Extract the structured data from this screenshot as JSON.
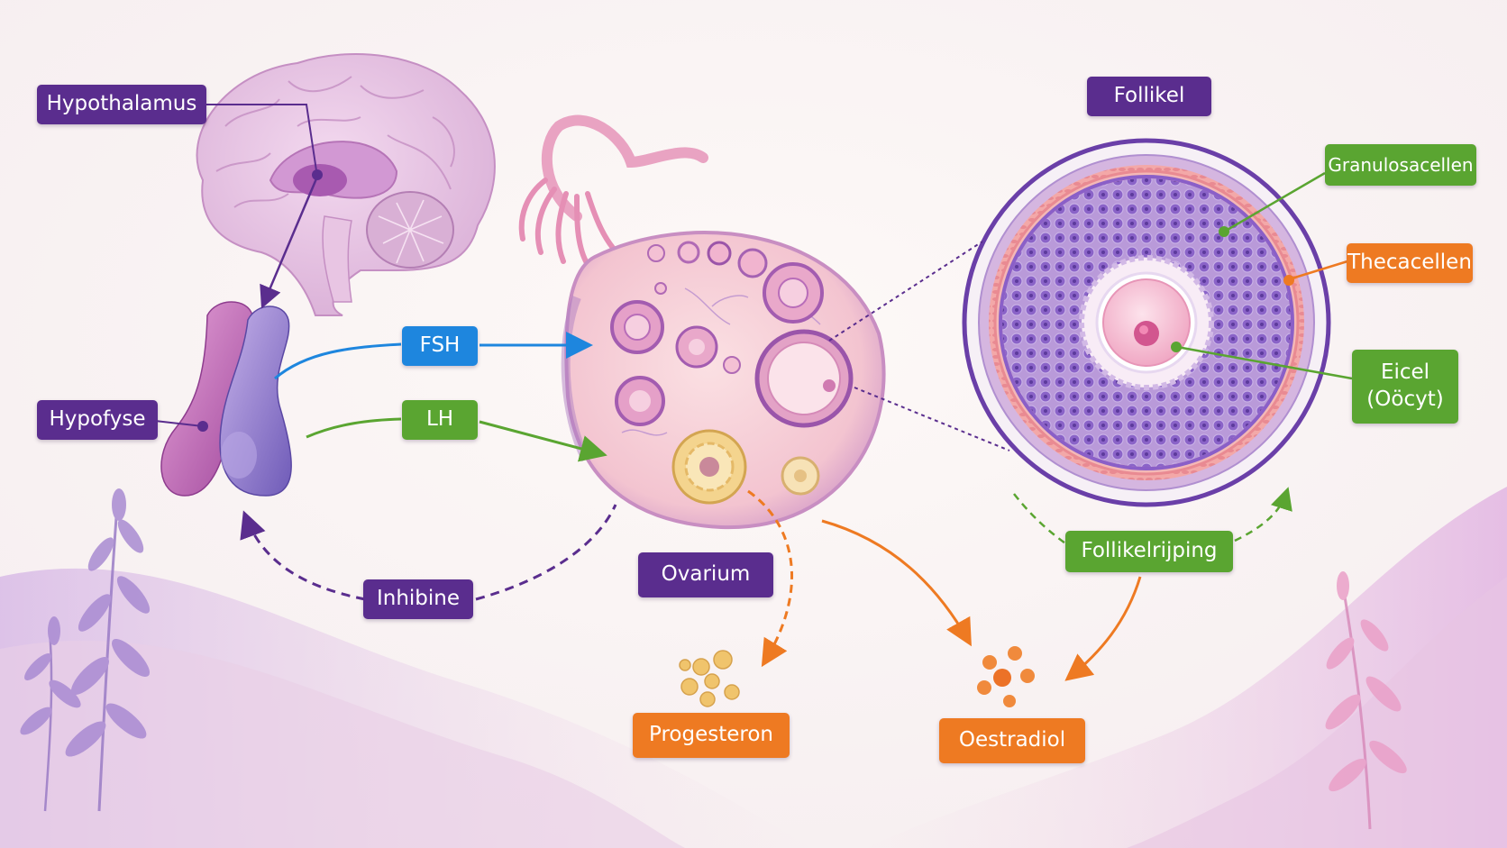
{
  "labels": {
    "hypothalamus": "Hypothalamus",
    "hypofyse": "Hypofyse",
    "fsh": "FSH",
    "lh": "LH",
    "inhibine": "Inhibine",
    "ovarium": "Ovarium",
    "follikel": "Follikel",
    "granulosacellen": "Granulosacellen",
    "thecacellen": "Thecacellen",
    "eicel": "Eicel",
    "oocyt": "(Oöcyt)",
    "follikelrijping": "Follikelrijping",
    "progesteron": "Progesteron",
    "oestradiol": "Oestradiol"
  },
  "colors": {
    "purple": "#5a2d8e",
    "blue": "#1e86de",
    "green": "#5aa531",
    "orange": "#ee7a22",
    "background": "#fbf6f4"
  },
  "icons": [
    "brain-illustration",
    "pituitary-gland-illustration",
    "ovary-illustration",
    "follicle-cross-section-illustration",
    "leaf-sprig-decoration"
  ]
}
